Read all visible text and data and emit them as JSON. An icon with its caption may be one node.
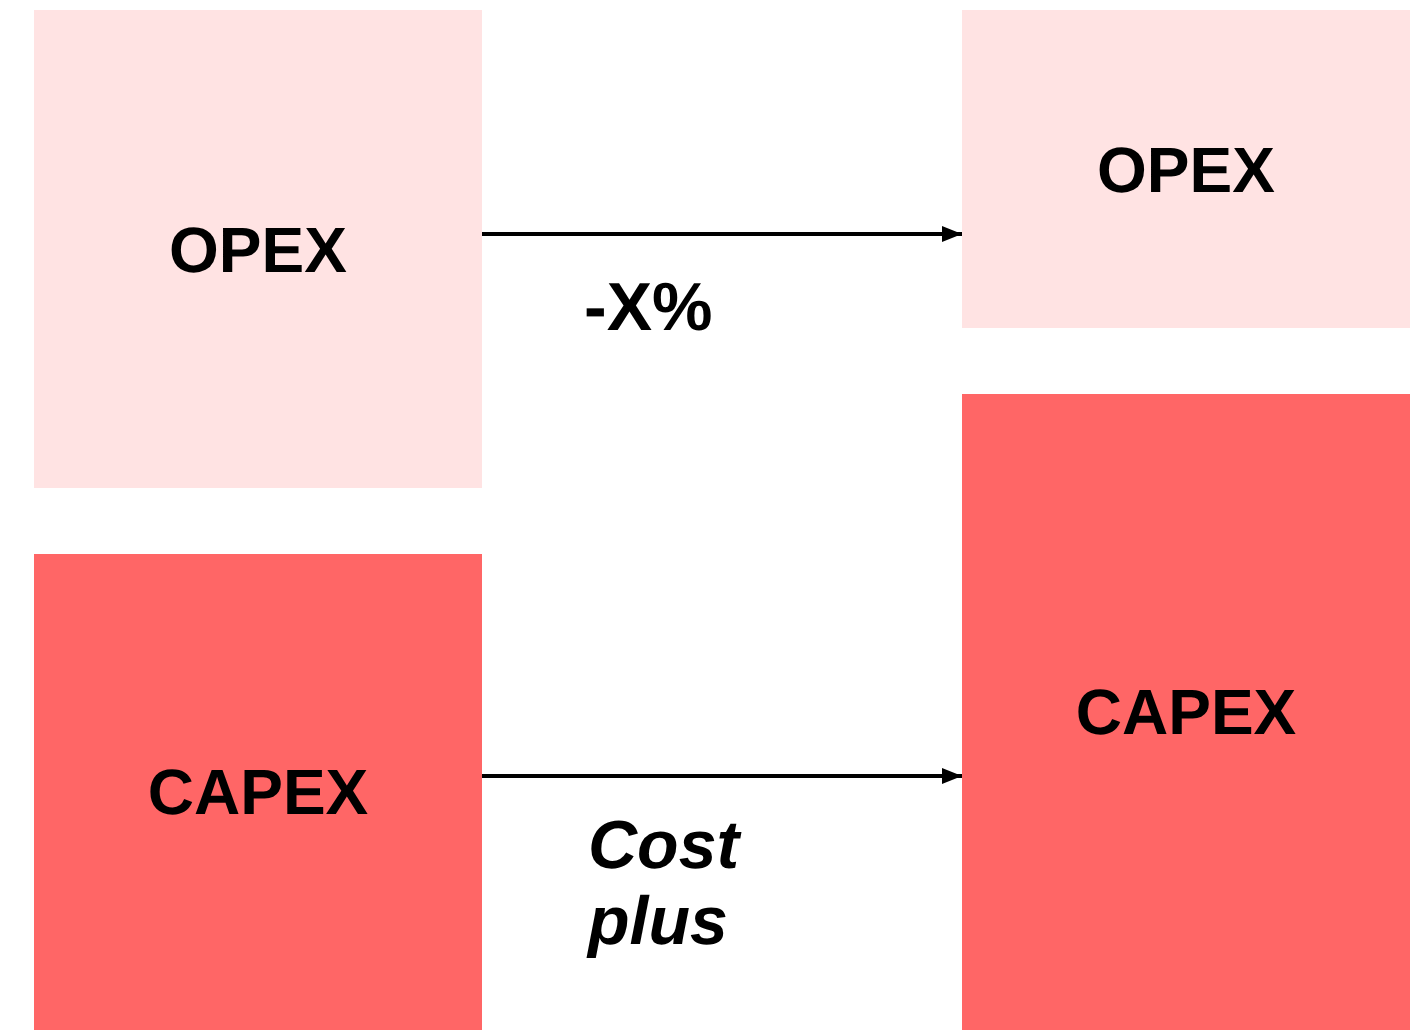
{
  "diagram": {
    "nodes": [
      {
        "text": [
          "OPEX"
        ]
      },
      {
        "text": [
          "CAPEX"
        ]
      },
      {
        "text": [
          "OPEX"
        ]
      },
      {
        "text": [
          "CAPEX"
        ]
      }
    ],
    "edges": [
      {
        "from": 0,
        "to": 2,
        "arrow": "to",
        "label": "-X%"
      },
      {
        "from": 1,
        "to": 3,
        "arrow": "to",
        "label": "Cost plus"
      }
    ]
  }
}
